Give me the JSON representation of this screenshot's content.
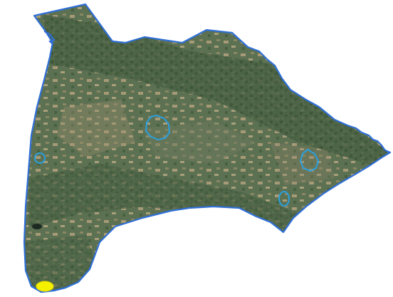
{
  "map": {
    "basemap": "satellite-imagery",
    "outline_color": "#2f6fd6",
    "marker_color": "#2aa0e0",
    "highlight_color": "#f5f000",
    "land_color": "#5a6e52",
    "forest_color": "#3f5a3c",
    "field_color": "#c9b48e",
    "features": [
      {
        "kind": "county-boundary"
      },
      {
        "kind": "town-boundary"
      },
      {
        "kind": "town-boundary"
      },
      {
        "kind": "town-boundary"
      },
      {
        "kind": "town-boundary"
      },
      {
        "kind": "highlighted-parcel"
      },
      {
        "kind": "water-body"
      }
    ]
  }
}
